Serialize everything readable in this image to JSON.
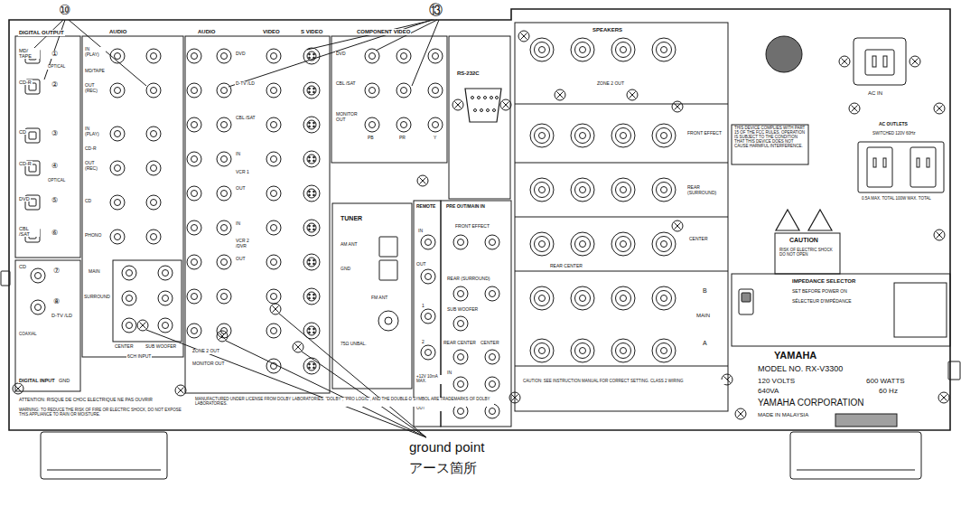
{
  "diagram": {
    "labels": [
      "⑩",
      "⑬",
      "DIGITAL OUTPUT",
      "MD/ TAPE",
      "CD-R",
      "CD",
      "CD-R",
      "DVD",
      "CBL /SAT",
      "①",
      "②",
      "③",
      "④",
      "⑤",
      "⑥",
      "OPTICAL",
      "OPTICAL",
      "CD",
      "D-TV /LD",
      "⑦",
      "⑧",
      "COAXIAL",
      "DIGITAL INPUT",
      "GND",
      "AUDIO",
      "IN (PLAY)",
      "MD/TAPE",
      "OUT (REC)",
      "IN (PLAY)",
      "CD-R",
      "OUT (REC)",
      "CD",
      "PHONO",
      "MAIN",
      "SURROUND",
      "CENTER",
      "SUB WOOFER",
      "6CH INPUT",
      "AUDIO",
      "VIDEO",
      "S VIDEO",
      "DVD",
      "D-TV /LD",
      "CBL /SAT",
      "IN",
      "VCR 1",
      "OUT",
      "IN",
      "VCR 2 /DVR",
      "OUT",
      "ZONE 2 OUT",
      "MONITOR OUT",
      "COMPONENT VIDEO",
      "DVD",
      "CBL /SAT",
      "MONITOR OUT",
      "PB",
      "PR",
      "Y",
      "RS-232C",
      "TUNER",
      "AM ANT",
      "GND",
      "FM ANT",
      "75Ω UNBAL.",
      "REMOTE",
      "PRE OUT/MAIN IN",
      "IN",
      "OUT",
      "1",
      "2",
      "+12V 10mA MAX.",
      "CONTROL OUT",
      "FRONT EFFECT",
      "REAR (SURROUND)",
      "SUB WOOFER",
      "REAR CENTER",
      "CENTER",
      "IN",
      "OUT",
      "SPEAKERS",
      "ZONE 2 OUT",
      "FRONT EFFECT",
      "REAR (SURROUND)",
      "CENTER",
      "REAR CENTER",
      "B",
      "MAIN",
      "A",
      "CAUTION: SEE INSTRUCTION MANUAL FOR CORRECT SETTING. CLASS 2 WIRING",
      "THIS DEVICE COMPLIES WITH PART 15 OF THE FCC RULES. OPERATION IS SUBJECT TO THE CONDITION THAT THIS DEVICE DOES NOT CAUSE HARMFUL INTERFERENCE.",
      "AC IN",
      "AC OUTLETS",
      "SWITCHED 120V 60Hz",
      "0.5A MAX. TOTAL 100W MAX. TOTAL",
      "CAUTION",
      "RISK OF ELECTRIC SHOCK DO NOT OPEN",
      "IMPEDANCE SELECTOR",
      "SET BEFORE POWER ON",
      "SÉLECTEUR D'IMPÉDANCE",
      "YAMAHA",
      "MODEL NO. RX-V3300",
      "120 VOLTS",
      "640VA",
      "600 WATTS",
      "60 Hz",
      "YAMAHA CORPORATION",
      "MADE IN MALAYSIA",
      "ATTENTION: RISQUE DE CHOC ELECTRIQUE NE PAS OUVRIR",
      "WARNING: TO REDUCE THE RISK OF FIRE OR ELECTRIC SHOCK, DO NOT EXPOSE THIS APPLIANCE TO RAIN OR MOISTURE.",
      "MANUFACTURED UNDER LICENSE FROM DOLBY LABORATORIES. \"DOLBY\", \"PRO LOGIC\", AND THE DOUBLE-D SYMBOL ARE TRADEMARKS OF DOLBY LABORATORIES.",
      "ground point",
      "アース箇所"
    ]
  }
}
